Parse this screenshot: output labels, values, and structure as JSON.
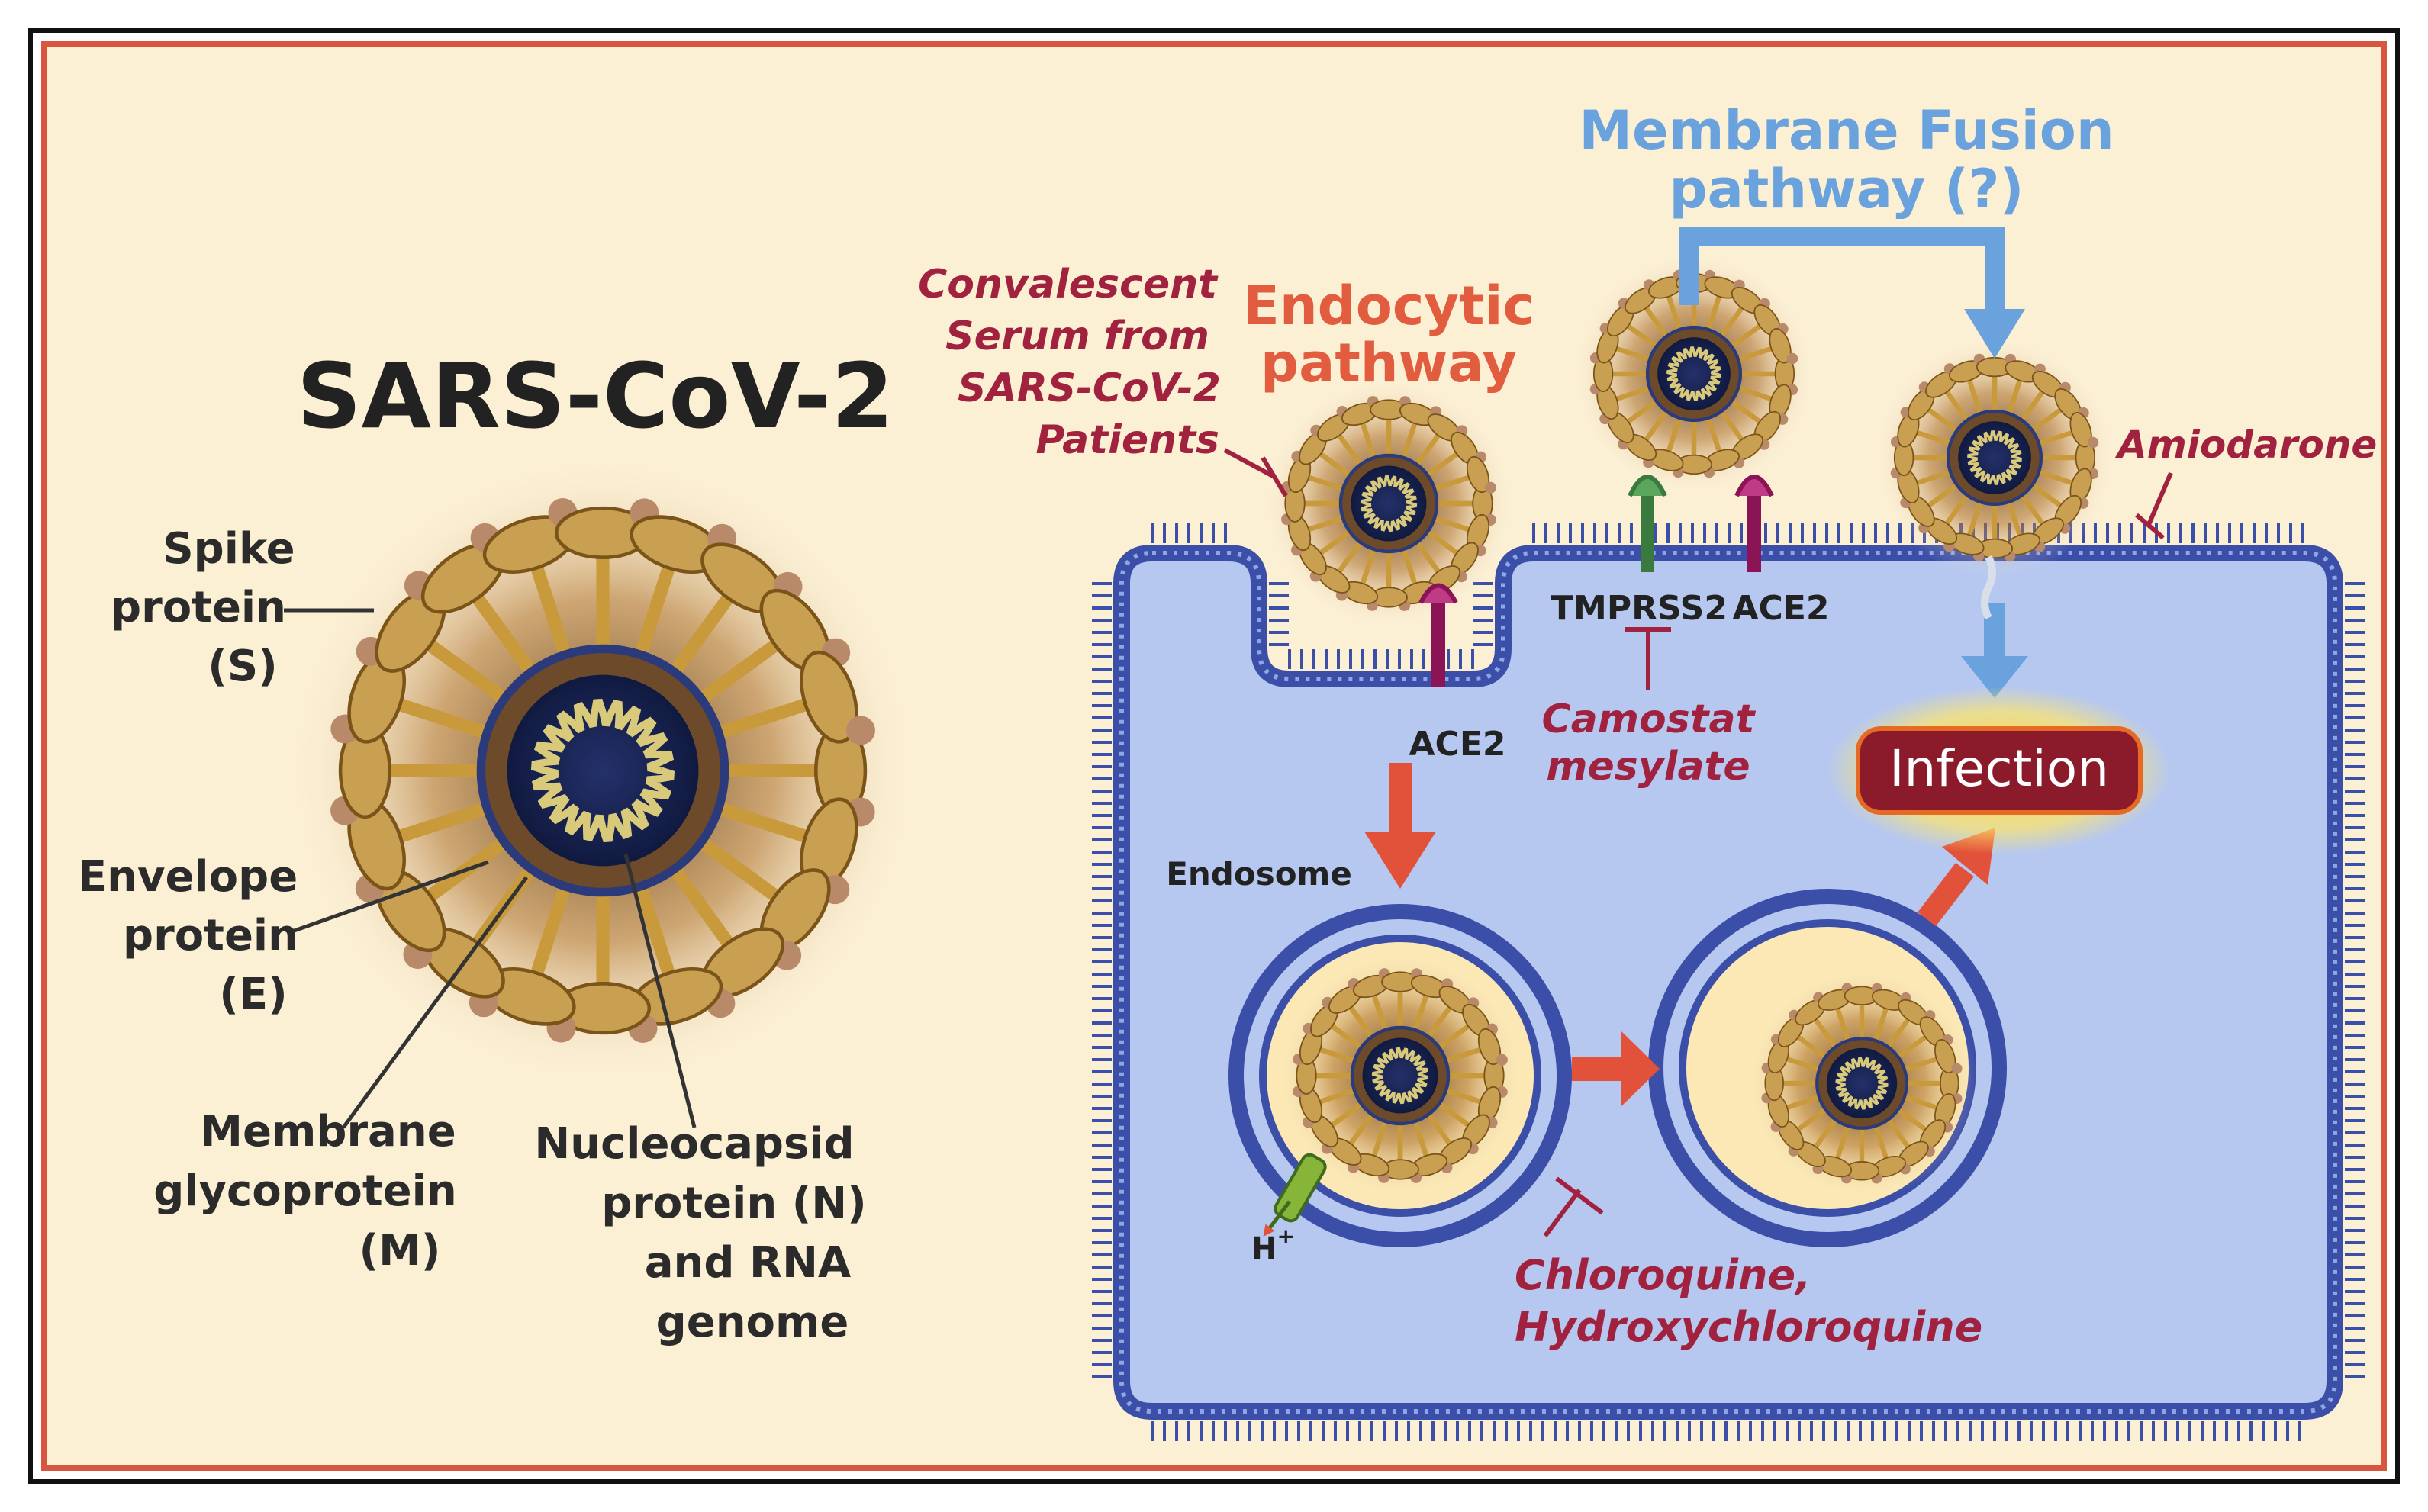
{
  "title": "SARS-CoV-2",
  "virion_labels": {
    "spike": [
      "Spike",
      "protein",
      "(S)"
    ],
    "envelope": [
      "Envelope",
      "protein",
      "(E)"
    ],
    "membrane": [
      "Membrane",
      "glycoprotein",
      "(M)"
    ],
    "nucleocapsid": [
      "Nucleocapsid",
      "protein (N)",
      "and RNA",
      "genome"
    ]
  },
  "pathways": {
    "endocytic": [
      "Endocytic",
      "pathway"
    ],
    "membrane_fusion": [
      "Membrane Fusion",
      "pathway (?)"
    ]
  },
  "receptors": {
    "ace2_endocytic": "ACE2",
    "tmprss2": "TMPRSS2",
    "ace2_fusion": "ACE2"
  },
  "compartments": {
    "endosome": "Endosome",
    "proton": "H",
    "proton_sup": "+"
  },
  "outcome": "Infection",
  "drugs": {
    "convalescent_serum": [
      "Convalescent",
      "Serum from",
      "SARS-CoV-2",
      "Patients"
    ],
    "camostat": [
      "Camostat",
      "mesylate"
    ],
    "chloroquine": [
      "Chloroquine,",
      "Hydroxychloroquine"
    ],
    "amiodarone": "Amiodarone"
  },
  "colors": {
    "background": "#fbefd4",
    "frame_red": "#d8553f",
    "cell_fill": "#b6c8f0",
    "membrane_blue": "#3c4fa8",
    "endocytic_red": "#e2513a",
    "fusion_blue": "#6aa2de",
    "drug_text": "#a1223f",
    "infection_fill": "#8b1a2b"
  }
}
